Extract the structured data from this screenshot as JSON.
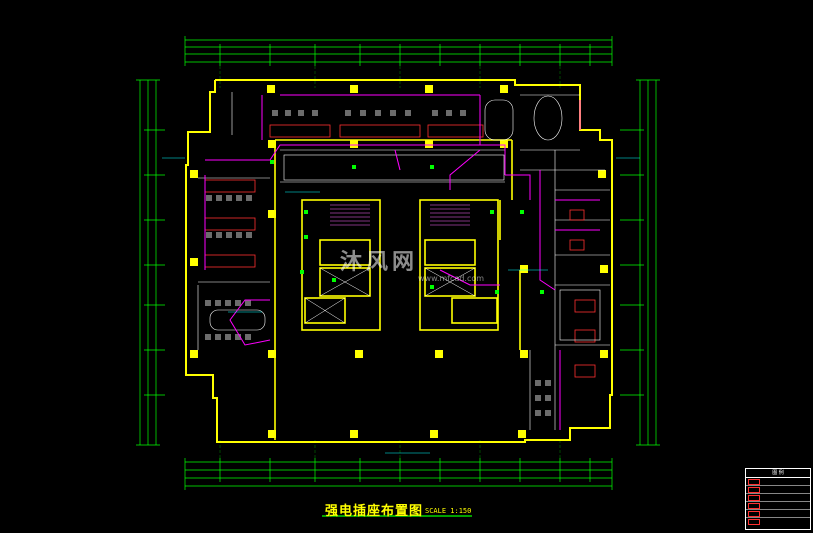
{
  "plan": {
    "title": "强电插座布置图",
    "scale": "SCALE 1:150"
  },
  "watermark": {
    "text": "沐风网",
    "sub": "www.mfcad.com"
  },
  "legend": {
    "title": "图 例"
  },
  "colors": {
    "background": "#000000",
    "wall": "#ffff00",
    "dimension": "#00ff00",
    "circuit": "#ff00ff",
    "furniture": "#ff3030",
    "partition": "#ffffff",
    "annotation": "#00ffff"
  }
}
